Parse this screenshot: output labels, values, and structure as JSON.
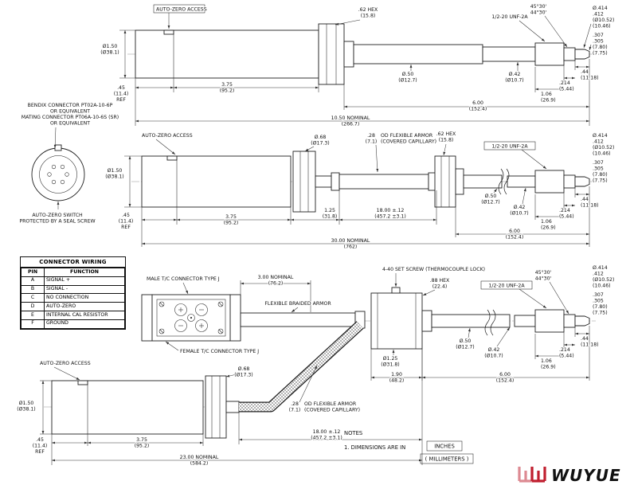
{
  "page": {
    "background": "#ffffff",
    "line_color": "#1f1f1f"
  },
  "common": {
    "auto_zero_access": "AUTO-ZERO ACCESS",
    "thread": "1/2-20 UNF-2A",
    "chamfer": [
      "45°30'",
      "44°30'"
    ],
    "tip_dia_1": [
      "Ø.414",
      ".412",
      "(Ø10.52)",
      "(10.46)"
    ],
    "tip_dia_2": [
      ".307",
      ".305",
      "(7.80)",
      "(7.75)"
    ],
    "len_44": [
      ".44",
      "(11.18)"
    ],
    "len_214": [
      ".214",
      "(5.44)"
    ],
    "len_106": [
      "1.06",
      "(26.9)"
    ],
    "len_600": [
      "6.00",
      "(152.4)"
    ],
    "dia_50": [
      "Ø.50",
      "(Ø12.7)"
    ],
    "dia_42": [
      "Ø.42",
      "(Ø10.7)"
    ],
    "hex_62": [
      ".62 HEX",
      "(15.8)"
    ],
    "body_dia": [
      "Ø1.50",
      "(Ø38.1)"
    ],
    "len_45_ref": [
      ".45",
      "(11.4)",
      "REF"
    ],
    "len_375": [
      "3.75",
      "(95.2)"
    ],
    "armor_size": [
      ".28",
      "(7.1)"
    ],
    "armor_desc": [
      "OD FLEXIBLE ARMOR",
      "(COVERED CAPILLARY)"
    ],
    "len_1800": [
      "18.00 ±.12",
      "(457.2 ±3.1)"
    ],
    "hex_dia_68": [
      "Ø.68",
      "(Ø17.3)"
    ]
  },
  "top_view": {
    "nominal": [
      "10.50   NOMINAL",
      "(266.7)"
    ]
  },
  "mid_view": {
    "bendix_note": [
      "BENDIX CONNECTOR PT02A-10-6P",
      "OR EQUIVALENT",
      "MATING CONNECTOR PT06A-10-6S (SR)",
      "OR EQUIVALENT"
    ],
    "auto_zero_switch": [
      "AUTO-ZERO SWITCH",
      "PROTECTED BY A SEAL SCREW"
    ],
    "len_125": [
      "1.25",
      "(31.8)"
    ],
    "nominal": [
      "30.00   NOMINAL",
      "(762)"
    ]
  },
  "table": {
    "title": "CONNECTOR WIRING",
    "headers": [
      "PIN",
      "FUNCTION"
    ],
    "rows": [
      [
        "A",
        "SIGNAL +"
      ],
      [
        "B",
        "SIGNAL -"
      ],
      [
        "C",
        "NO CONNECTION"
      ],
      [
        "D",
        "AUTO-ZERO"
      ],
      [
        "E",
        "INTERNAL CAL RESISTOR"
      ],
      [
        "F",
        "GROUND"
      ]
    ]
  },
  "tc_view": {
    "male": "MALE T/C CONNECTOR TYPE J",
    "female": "FEMALE T/C CONNECTOR TYPE J",
    "nominal_3": [
      "3.00   NOMINAL",
      "(76.2)"
    ],
    "braided": "FLEXIBLE BRAIDED ARMOR",
    "set_screw": "4-40 SET SCREW (THERMOCOUPLE LOCK)",
    "hex_88": [
      ".88 HEX",
      "(22.4)"
    ],
    "dia_125": [
      "Ø1.25",
      "(Ø31.8)"
    ],
    "len_190": [
      "1.90",
      "(48.2)"
    ]
  },
  "bottom_view": {
    "nominal": [
      "23.00   NOMINAL",
      "(584.2)"
    ]
  },
  "notes": {
    "title": "NOTES",
    "item1": "1. DIMENSIONS ARE IN",
    "unit_primary": "INCHES",
    "unit_secondary": "( MILLIMETERS )"
  },
  "logo": {
    "text": "WUYUE",
    "color": "#c01f2f"
  }
}
